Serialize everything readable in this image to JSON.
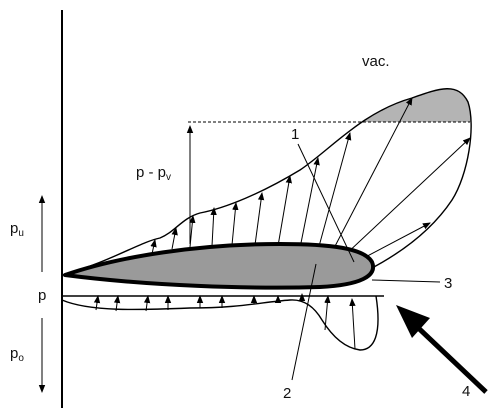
{
  "diagram": {
    "labels": {
      "vacuum": "vac.",
      "pressure_difference": "p - p",
      "pressure_difference_sub": "v",
      "upper_pressure": "p",
      "upper_pressure_sub": "u",
      "lower_pressure": "p",
      "lower_pressure_sub": "o",
      "ambient_pressure": "p",
      "callout_1": "1",
      "callout_2": "2",
      "callout_3": "3",
      "callout_4": "4"
    },
    "colors": {
      "airfoil_fill": "#9a9a9a",
      "vacuum_fill": "#b4b4b4",
      "line": "#000000",
      "background": "#ffffff"
    }
  }
}
